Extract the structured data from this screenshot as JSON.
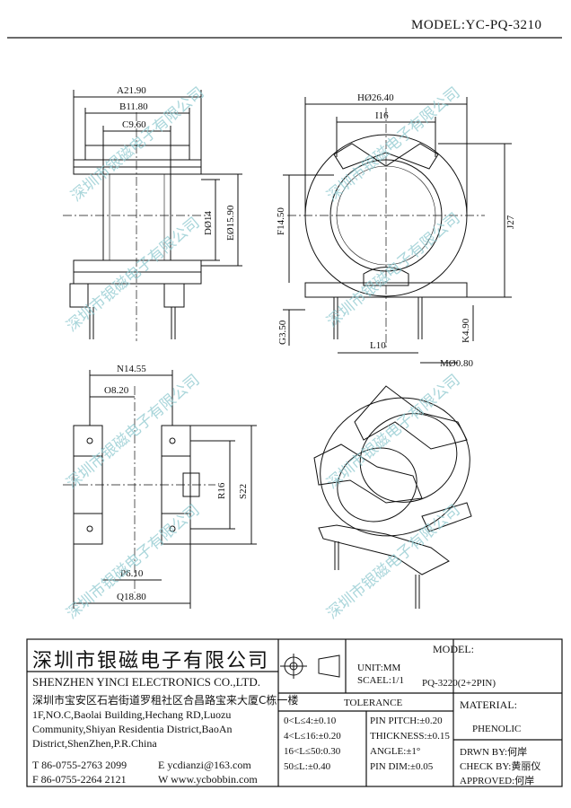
{
  "header": {
    "model": "MODEL:YC-PQ-3210"
  },
  "watermark": {
    "text": "深圳市银磁电子有限公司"
  },
  "dims": {
    "A": "A21.90",
    "B": "B11.80",
    "C": "C9.60",
    "D": "DØ14",
    "E": "EØ15.90",
    "H": "HØ26.40",
    "I": "I16",
    "F": "F14.50",
    "J": "J27",
    "G": "G3.50",
    "L": "L10",
    "K": "K4.90",
    "M": "MØ0.80",
    "N": "N14.55",
    "O": "O8.20",
    "R": "R16",
    "S": "S22",
    "P": "P6.10",
    "Q": "Q18.80"
  },
  "title_block": {
    "company_cn": "深圳市银磁电子有限公司",
    "company_en": "SHENZHEN YINCI ELECTRONICS CO.,LTD.",
    "address": [
      "深圳市宝安区石岩街道罗租社区合昌路宝来大厦C栋一楼",
      "1F,NO.C,Baolai Building,Hechang RD,Luozu",
      "Community,Shiyan Residentia District,BaoAn",
      "District,ShenZhen,P.R.China"
    ],
    "tel": "T 86-0755-2763 2099",
    "fax": "F 86-0755-2264 2121",
    "email": "E ycdianzi@163.com",
    "web": "W www.ycbobbin.com",
    "unit": "UNIT:MM",
    "scale": "SCAEL:1/1",
    "model_label": "MODEL:",
    "model_value": "PQ-3220(2+2PIN)",
    "tolerance_title": "TOLERANCE",
    "tolerance_left": [
      "0<L≤4:±0.10",
      "4<L≤16:±0.20",
      "16<L≤50:0.30",
      "50≤L:±0.40"
    ],
    "tolerance_right": [
      "PIN PITCH:±0.20",
      "THICKNESS:±0.15",
      "ANGLE:±1°",
      "PIN DIM:±0.05"
    ],
    "material_label": "MATERIAL:",
    "material_value": "PHENOLIC",
    "drawn_by": "DRWN BY:何岸",
    "check_by": "CHECK BY:黄丽仪",
    "approved": "APPROVED:何岸"
  }
}
